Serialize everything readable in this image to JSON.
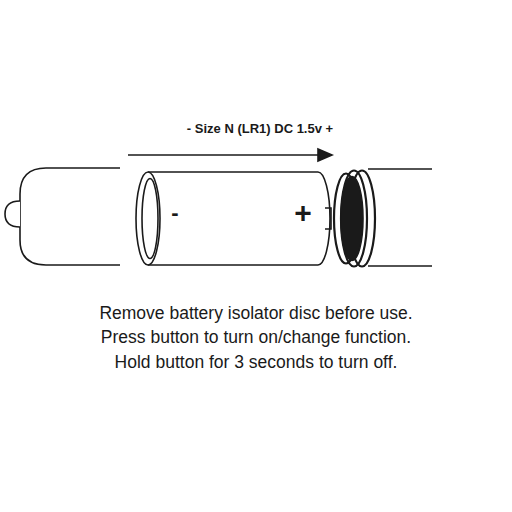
{
  "diagram": {
    "labels": [
      "- Size N (LR1) DC 1.5v +",
      "-",
      "+",
      "Remove battery isolator disc before use.",
      "Press button to turn on/change function.",
      "Hold button for 3 seconds to turn off."
    ]
  }
}
